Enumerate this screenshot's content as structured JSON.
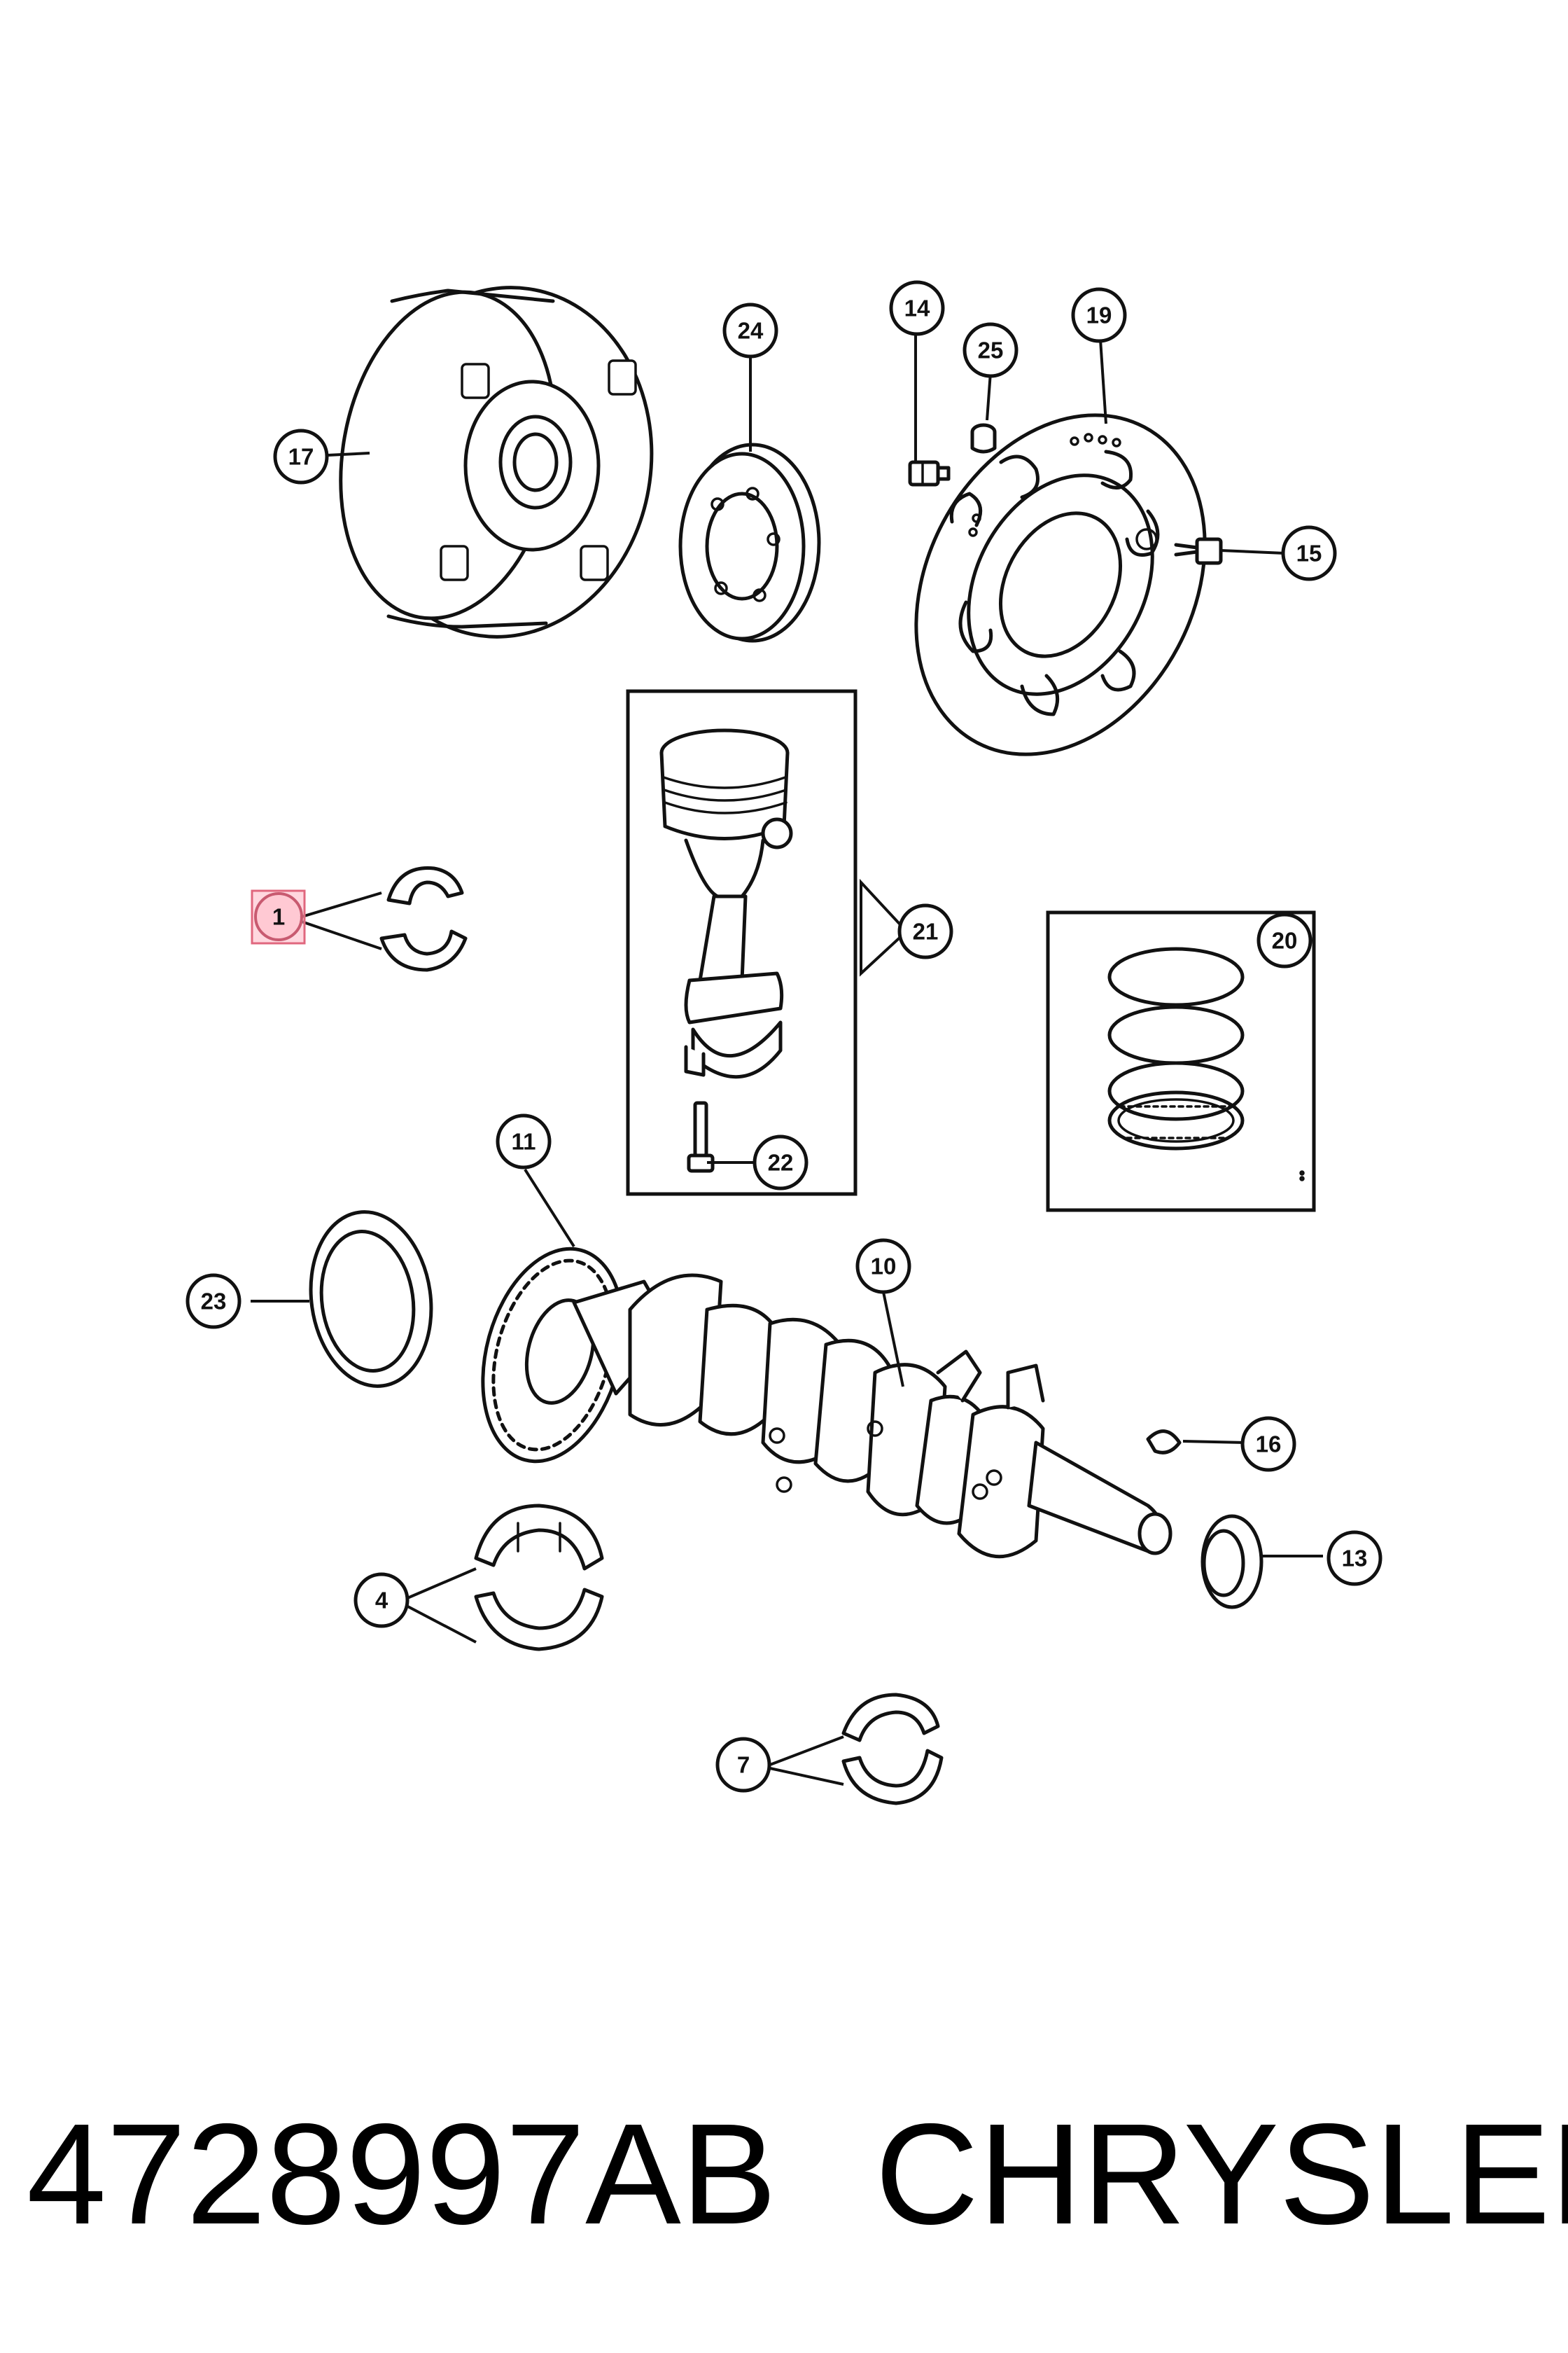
{
  "callouts": {
    "c1": "1",
    "c4": "4",
    "c7": "7",
    "c10": "10",
    "c11": "11",
    "c13": "13",
    "c14": "14",
    "c15": "15",
    "c16": "16",
    "c17": "17",
    "c19": "19",
    "c20": "20",
    "c21": "21",
    "c22": "22",
    "c23": "23",
    "c24": "24",
    "c25": "25"
  },
  "highlighted_callout": "1",
  "highlight_color": "#f4b6c2",
  "footer": {
    "part_number": "4728997AB",
    "brand": "CHRYSLER"
  }
}
